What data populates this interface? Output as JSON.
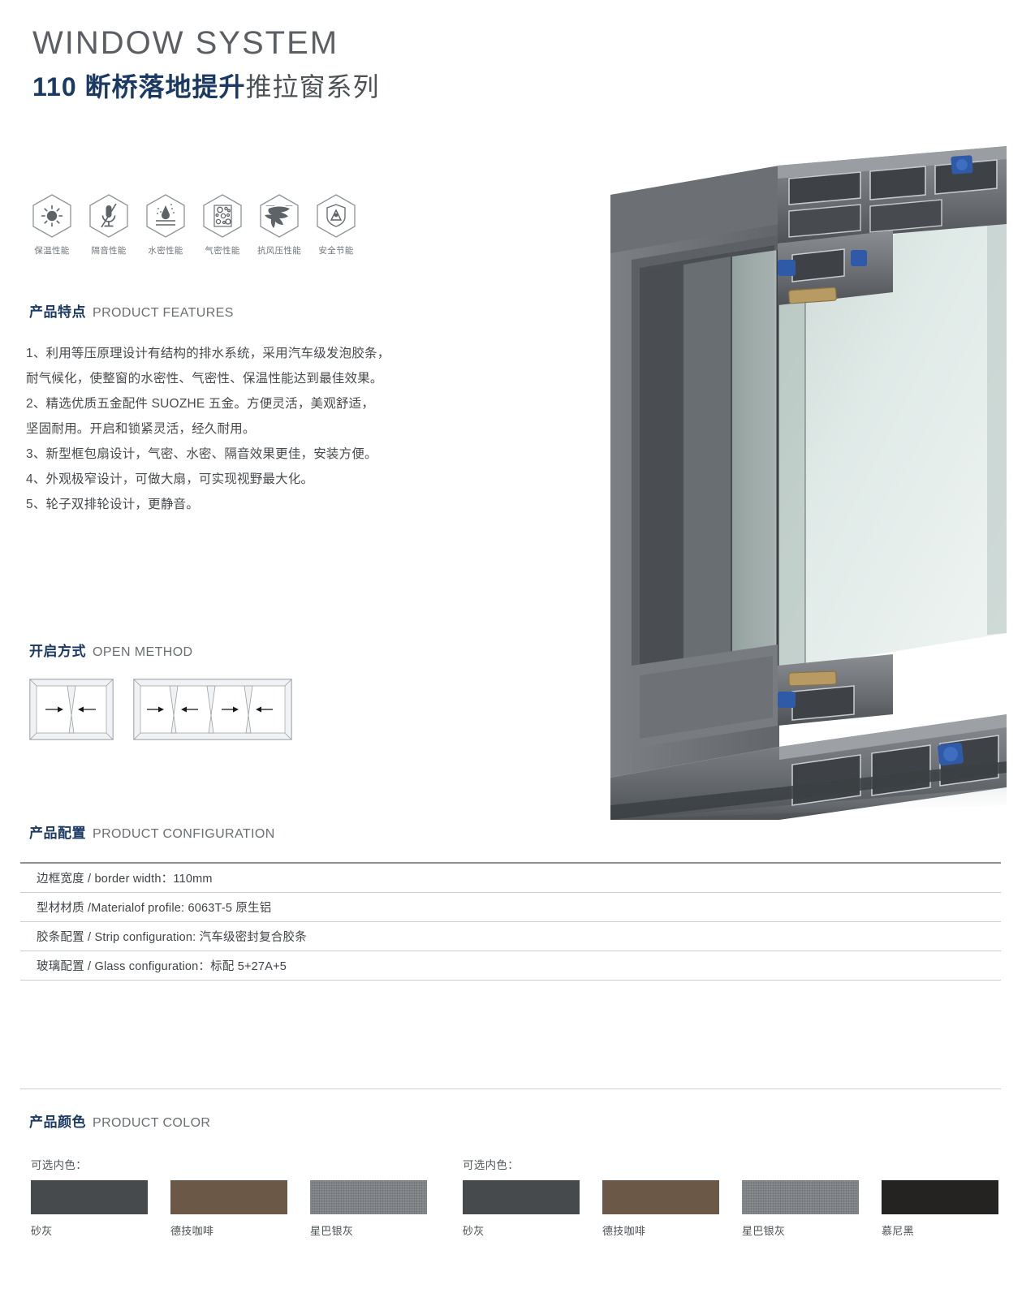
{
  "header": {
    "title_en": "WINDOW SYSTEM",
    "title_cn_highlight": "110 断桥落地提升",
    "title_cn_rest": "推拉窗系列",
    "accent_color": "#1b3a63"
  },
  "features_icons": [
    {
      "icon": "sun-icon",
      "label": "保温性能"
    },
    {
      "icon": "muted-microphone-icon",
      "label": "隔音性能"
    },
    {
      "icon": "water-drop-icon",
      "label": "水密性能"
    },
    {
      "icon": "air-bubbles-icon",
      "label": "气密性能"
    },
    {
      "icon": "tornado-icon",
      "label": "抗风压性能"
    },
    {
      "icon": "shield-icon",
      "label": "安全节能"
    }
  ],
  "product_features": {
    "heading_cn": "产品特点",
    "heading_en": "PRODUCT FEATURES",
    "items": [
      "1、利用等压原理设计有结构的排水系统，采用汽车级发泡胶条，",
      "耐气候化，使整窗的水密性、气密性、保温性能达到最佳效果。",
      "2、精选优质五金配件 SUOZHE 五金。方便灵活，美观舒适，",
      "坚固耐用。开启和锁紧灵活，经久耐用。",
      "3、新型框包扇设计，气密、水密、隔音效果更佳，安装方便。",
      "4、外观极窄设计，可做大扇，可实现视野最大化。",
      "5、轮子双排轮设计，更静音。"
    ]
  },
  "open_method": {
    "heading_cn": "开启方式",
    "heading_en": "OPEN METHOD",
    "diagrams": [
      {
        "panels": 2,
        "arrows": [
          "right",
          "left"
        ]
      },
      {
        "panels": 4,
        "arrows": [
          "right",
          "left",
          "right",
          "left"
        ]
      }
    ]
  },
  "product_configuration": {
    "heading_cn": "产品配置",
    "heading_en": "PRODUCT CONFIGURATION",
    "rows": [
      "边框宽度 / border width：110mm",
      "型材材质 /Materialof profile: 6063T-5 原生铝",
      "胶条配置 / Strip configuration: 汽车级密封复合胶条",
      "玻璃配置 / Glass configuration：标配 5+27A+5"
    ]
  },
  "product_color": {
    "heading_cn": "产品颜色",
    "heading_en": "PRODUCT COLOR",
    "groups": [
      {
        "label": "可选内色：",
        "swatches": [
          {
            "name": "砂灰",
            "color": "#474a4d"
          },
          {
            "name": "德技咖啡",
            "color": "#6b5847"
          },
          {
            "name": "星巴银灰",
            "color": "#7b7f83"
          }
        ]
      },
      {
        "label": "可选内色：",
        "swatches": [
          {
            "name": "砂灰",
            "color": "#474a4d"
          },
          {
            "name": "德技咖啡",
            "color": "#6b5847"
          },
          {
            "name": "星巴银灰",
            "color": "#7b7f83"
          },
          {
            "name": "慕尼黑",
            "color": "#252322"
          }
        ]
      }
    ]
  },
  "product_photo": {
    "alt": "110 断桥落地提升推拉窗 铝型材剖面图",
    "frame_color": "#6f7377",
    "glass_color": "#d7e3e0",
    "thermal_break_color": "#2e5aa8"
  }
}
